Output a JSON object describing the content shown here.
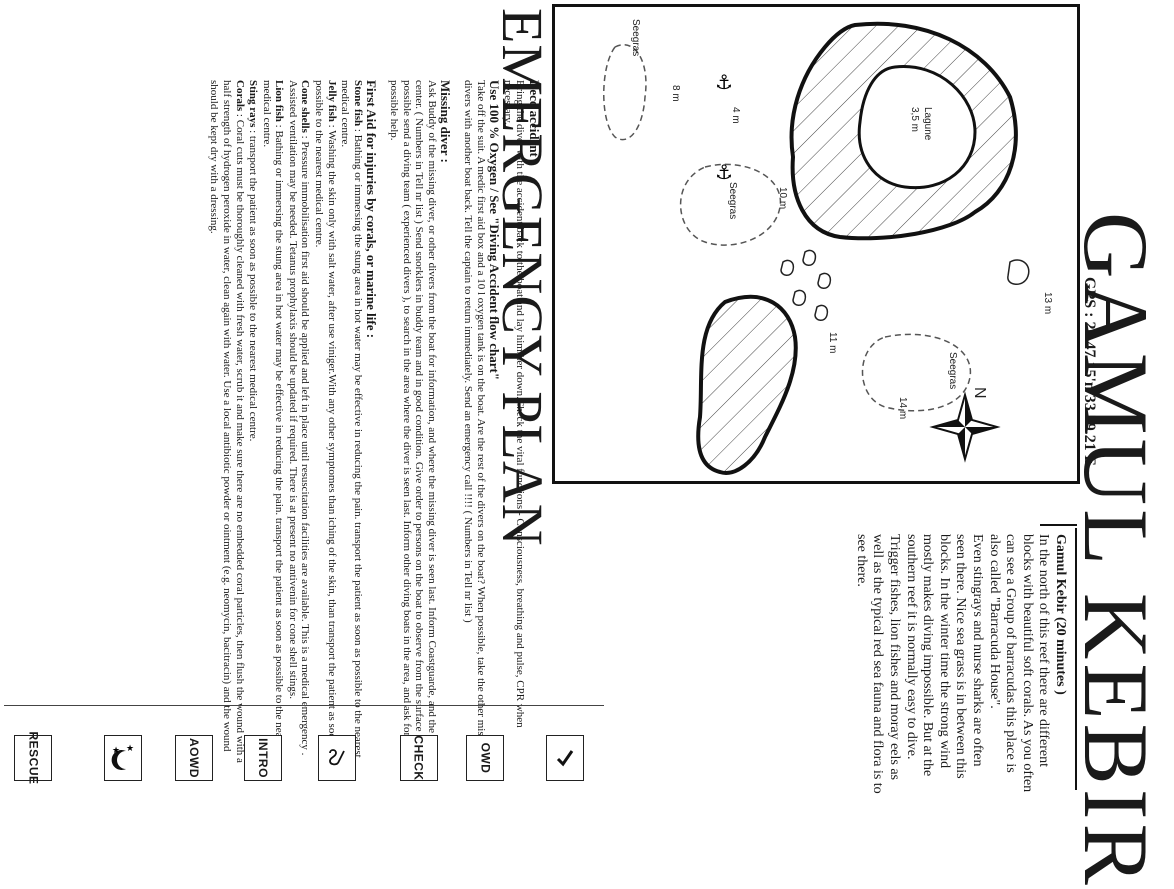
{
  "page": {
    "site_title": "GAMUL KEBIR",
    "gps": "GPS : 26 47.15'n 33 59.21'E",
    "emergency_title": "EMERGENCY PLAN"
  },
  "map": {
    "labels": {
      "north": "N",
      "lagune": "Lagune",
      "lagune_depth": "3,5 m",
      "seegras_1": "Seegras",
      "seegras_2": "Seegras",
      "seegras_3": "Seegras",
      "depth_13": "13 m",
      "depth_14": "14 m",
      "depth_11": "11 m",
      "depth_10": "10 m",
      "depth_8": "8 m",
      "depth_4": "4 m"
    }
  },
  "description": {
    "lead": "Gamul Kebir (20 minutes )",
    "paragraphs": [
      "In the north of this reef there are different blocks with beautiful soft corals. As you often can see a Group of barracudas this place is also called \"Barracuda House\".",
      "Even stingrays and nurse sharks are often seen there. Nice sea grass is in between this blocks. In the winter time the strong wind mostly makes diving impossible. But at the southern reef it is normally easy to dive. Trigger fishes, lion fishes and moray eels as well as the typical red sea fauna and flora is to see there."
    ]
  },
  "emergency": {
    "deco_heading": "Deco accident :",
    "deco_text": "Bring the diver with the accident back to the boat and lay him/her down.Check the vital functions - Consciousness, breathing and pulse, CPR when necessary.",
    "oxygen_heading": "Use 100 % Oxygen / See \"Diving Accident flow chart\"",
    "oxygen_text": "Take off the suit. A medic first aid box and a 10 l oxygen tank is on the boat. Are the rest of the divers on the boat? When possible, take the other missing divers with another boat back. Tell the captain to return immediately. Send an emergency call !!!! ( Numbers in Tell nr list )",
    "missing_heading": "Missing diver :",
    "missing_text": "Ask Buddy of the missing diver, or other divers from the boat for information, and where the missing diver is seen last. Inform Coastguarde, and the diving center. ( Numbers in Tell nr list ) Send snorklers in buddy team and in good condition. Give order to persons on the boat to observe from the surface . If possible send a diving team ( experienced divers ), to search in the area where the diver is seen last. Inform other diving boats in the area, and ask for possible help.",
    "firstaid_heading": "First Aid for injuries by corals, or marine life :",
    "items": [
      {
        "name": "Stone fish",
        "text": ": Bathing or immersing the stung area in hot water may be effective in reducing the pain. transport the patient as soon as possible to the nearest medical centre."
      },
      {
        "name": "Jelly fish",
        "text": ": Washing the skin only with salt water, after use viniger.With any other symptomes than iching of the skin, than transport the patient as soon as possible to the nearest medical centre."
      },
      {
        "name": "Cone shells",
        "text": ": Pressure immobilisation first aid should be applied and left in place until resuscitation facilities are available. This is a medical emergency . Assisted ventilation may be needed. Tetanus prophylaxis should be updated if required. There is at present no antivenin for cone shell stings."
      },
      {
        "name": "Lion fish",
        "text": ": Bathing or immersing the stung area in hot water may be effective in reducing the pain. transport the patient as soon as possible to the nearest medical centre."
      },
      {
        "name": "Sting rays",
        "text": ": transport the patient as soon as possible to the nearest medical centre."
      },
      {
        "name": "Corals",
        "text": ": Coral cuts must be thoroughly cleaned with fresh water, scrub it and make sure there are no embedded coral particles, then flush the wound with a half strength of hydrogen peroxide in water, clean again with water. Use a local antibiotic powder or ointment (e.g. neomycin, bacitracin) and the wound should be kept dry with a dressing."
      }
    ]
  },
  "buttons": {
    "owd": "OWD",
    "check": "CHECK",
    "intro": "INTRO",
    "aowd": "AOWD",
    "rescue": "RESCUE"
  }
}
